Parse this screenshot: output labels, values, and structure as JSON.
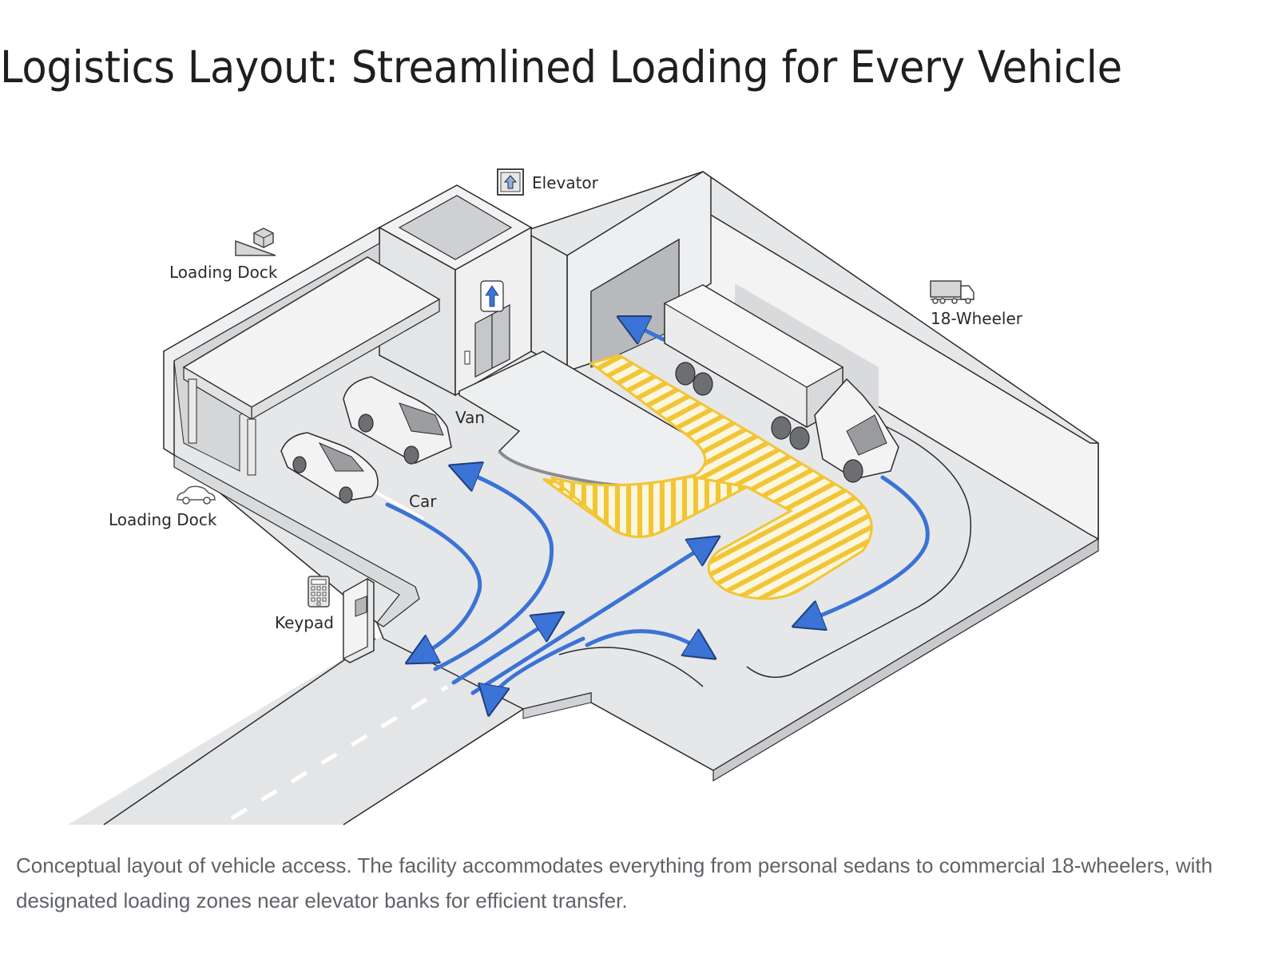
{
  "title": "Logistics Layout: Streamlined Loading for Every Vehicle",
  "diagram": {
    "labels": {
      "elevator": "Elevator",
      "loading_dock_upper": "Loading Dock",
      "loading_dock_lower": "Loading Dock",
      "eighteen_wheeler": "18-Wheeler",
      "van": "Van",
      "car": "Car",
      "keypad": "Keypad"
    },
    "icons": {
      "elevator": "elevator-up-arrow-icon",
      "loading_dock_upper": "ramp-box-icon",
      "loading_dock_lower": "car-icon",
      "eighteen_wheeler": "truck-icon",
      "keypad": "keypad-icon"
    },
    "colors": {
      "flow_arrow": "#3b73d6",
      "loading_zone": "#f2c534",
      "floor": "#e6e7e9",
      "wall": "#f1f1f2",
      "outline": "#2b2b2b"
    }
  },
  "caption": "Conceptual layout of vehicle access. The facility accommodates everything from personal sedans to commercial 18-wheelers, with designated loading zones near elevator banks for efficient transfer."
}
